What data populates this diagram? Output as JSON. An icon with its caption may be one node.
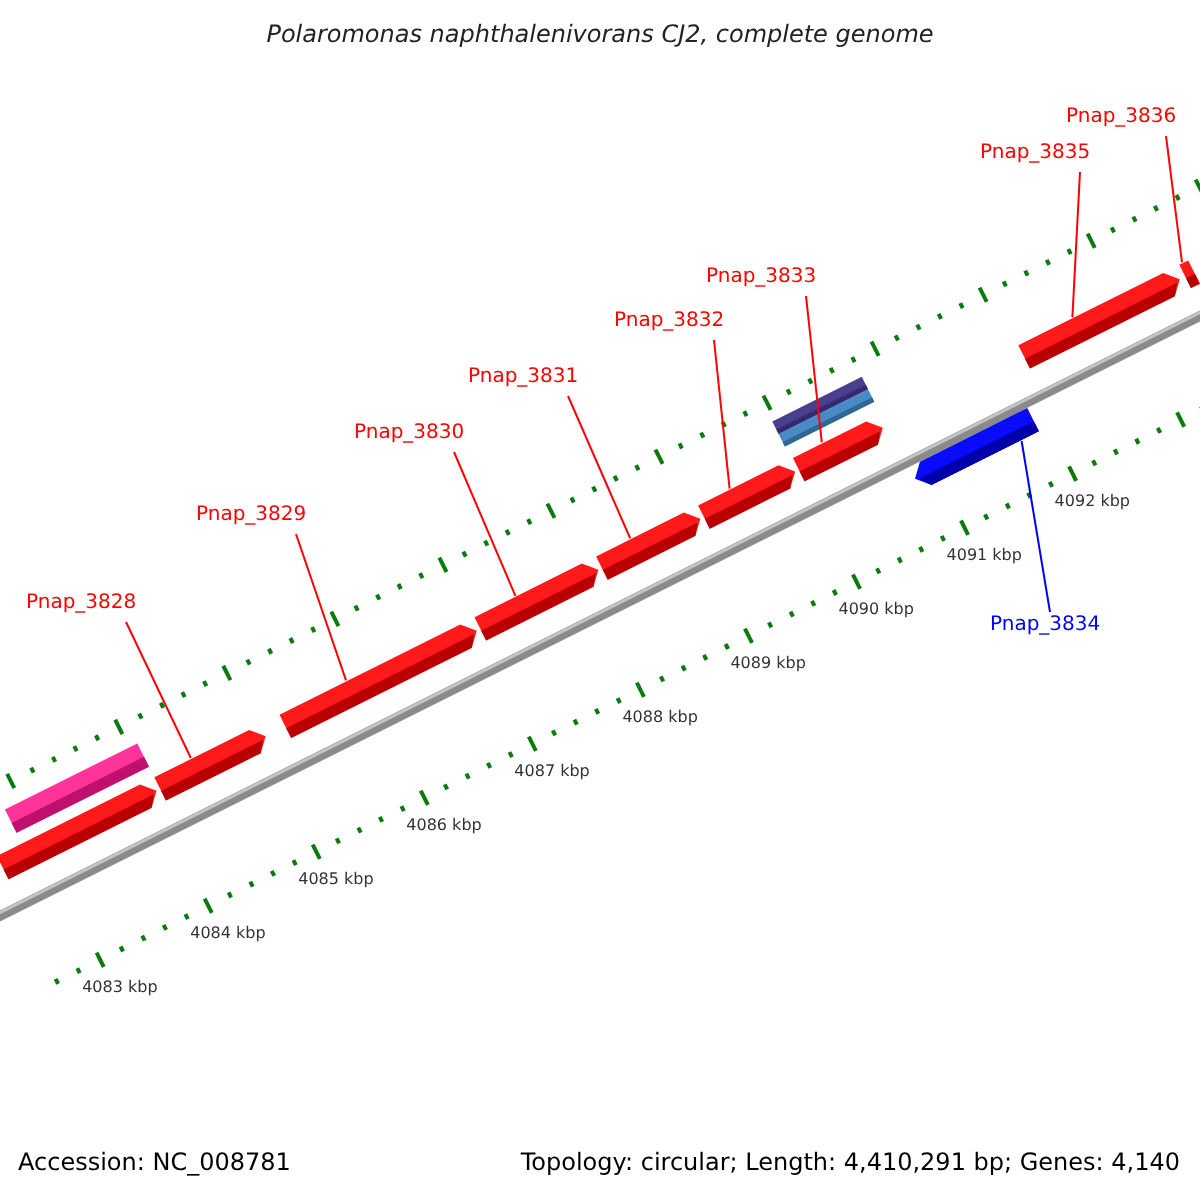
{
  "diagram": {
    "title": "Polaromonas naphthalenivorans CJ2, complete genome",
    "nodes": [
      {
        "text": [
          "Pnap_3828"
        ]
      },
      {
        "text": [
          "Pnap_3829"
        ]
      },
      {
        "text": [
          "Pnap_3830"
        ]
      },
      {
        "text": [
          "Pnap_3831"
        ]
      },
      {
        "text": [
          "Pnap_3832"
        ]
      },
      {
        "text": [
          "Pnap_3833"
        ]
      },
      {
        "text": [
          "Pnap_3834"
        ]
      },
      {
        "text": [
          "Pnap_3835"
        ]
      },
      {
        "text": [
          "Pnap_3836"
        ]
      },
      {
        "text": [],
        "shape": "bar"
      },
      {
        "text": [],
        "shape": "bar"
      },
      {
        "text": [],
        "shape": "bar"
      },
      {
        "text": [],
        "shape": "bar"
      },
      {
        "text": [],
        "shape": "bar"
      },
      {
        "text": [],
        "shape": "bar"
      },
      {
        "text": [],
        "shape": "bar"
      },
      {
        "text": [],
        "shape": "bar"
      },
      {
        "text": [],
        "shape": "bar"
      },
      {
        "text": [],
        "shape": "bar"
      },
      {
        "text": [],
        "shape": "bar"
      },
      {
        "text": [],
        "shape": "bar"
      },
      {
        "text": [],
        "shape": "bar"
      }
    ],
    "edges": [
      {
        "from": 0,
        "to": 11,
        "arrow": "none"
      },
      {
        "from": 1,
        "to": 12,
        "arrow": "none"
      },
      {
        "from": 2,
        "to": 13,
        "arrow": "none"
      },
      {
        "from": 3,
        "to": 14,
        "arrow": "none"
      },
      {
        "from": 4,
        "to": 15,
        "arrow": "none"
      },
      {
        "from": 5,
        "to": 18,
        "arrow": "none"
      },
      {
        "from": 6,
        "to": 19,
        "arrow": "none",
        "color": "#0000ff"
      },
      {
        "from": 7,
        "to": 20,
        "arrow": "none"
      },
      {
        "from": 8,
        "to": 21,
        "arrow": "none"
      }
    ],
    "labels": [
      "4092 kbp",
      "4091 kbp",
      "4090 kbp",
      "4089 kbp",
      "4088 kbp",
      "4087 kbp",
      "4086 kbp",
      "4085 kbp",
      "4084 kbp",
      "4083 kbp",
      "Accession: NC_008781",
      "Topology: circular; Length: 4,410,291 bp; Genes: 4,140"
    ]
  }
}
